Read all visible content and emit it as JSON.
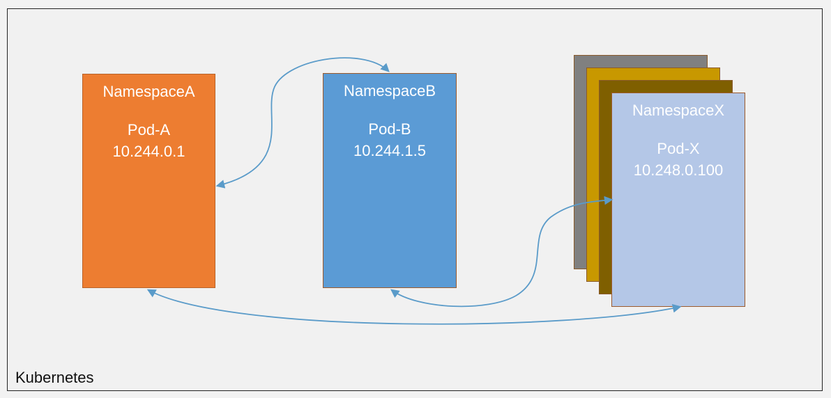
{
  "cluster": {
    "label": "Kubernetes"
  },
  "namespaces": [
    {
      "namespace": "NamespaceA",
      "pod": "Pod-A",
      "ip": "10.244.0.1",
      "color": "#ed7d31"
    },
    {
      "namespace": "NamespaceB",
      "pod": "Pod-B",
      "ip": "10.244.1.5",
      "color": "#5b9bd5"
    },
    {
      "namespace": "NamespaceX",
      "pod": "Pod-X",
      "ip": "10.248.0.100",
      "color": "#b4c7e7"
    }
  ],
  "stacked_layer_colors": [
    "#808080",
    "#c89800",
    "#7f5f00"
  ],
  "connection_color": "#5a9bc9",
  "connections": [
    {
      "from": "NamespaceA",
      "to": "NamespaceB",
      "direction": "bidirectional"
    },
    {
      "from": "NamespaceB",
      "to": "NamespaceX",
      "direction": "bidirectional"
    },
    {
      "from": "NamespaceA",
      "to": "NamespaceX",
      "direction": "bidirectional"
    }
  ]
}
